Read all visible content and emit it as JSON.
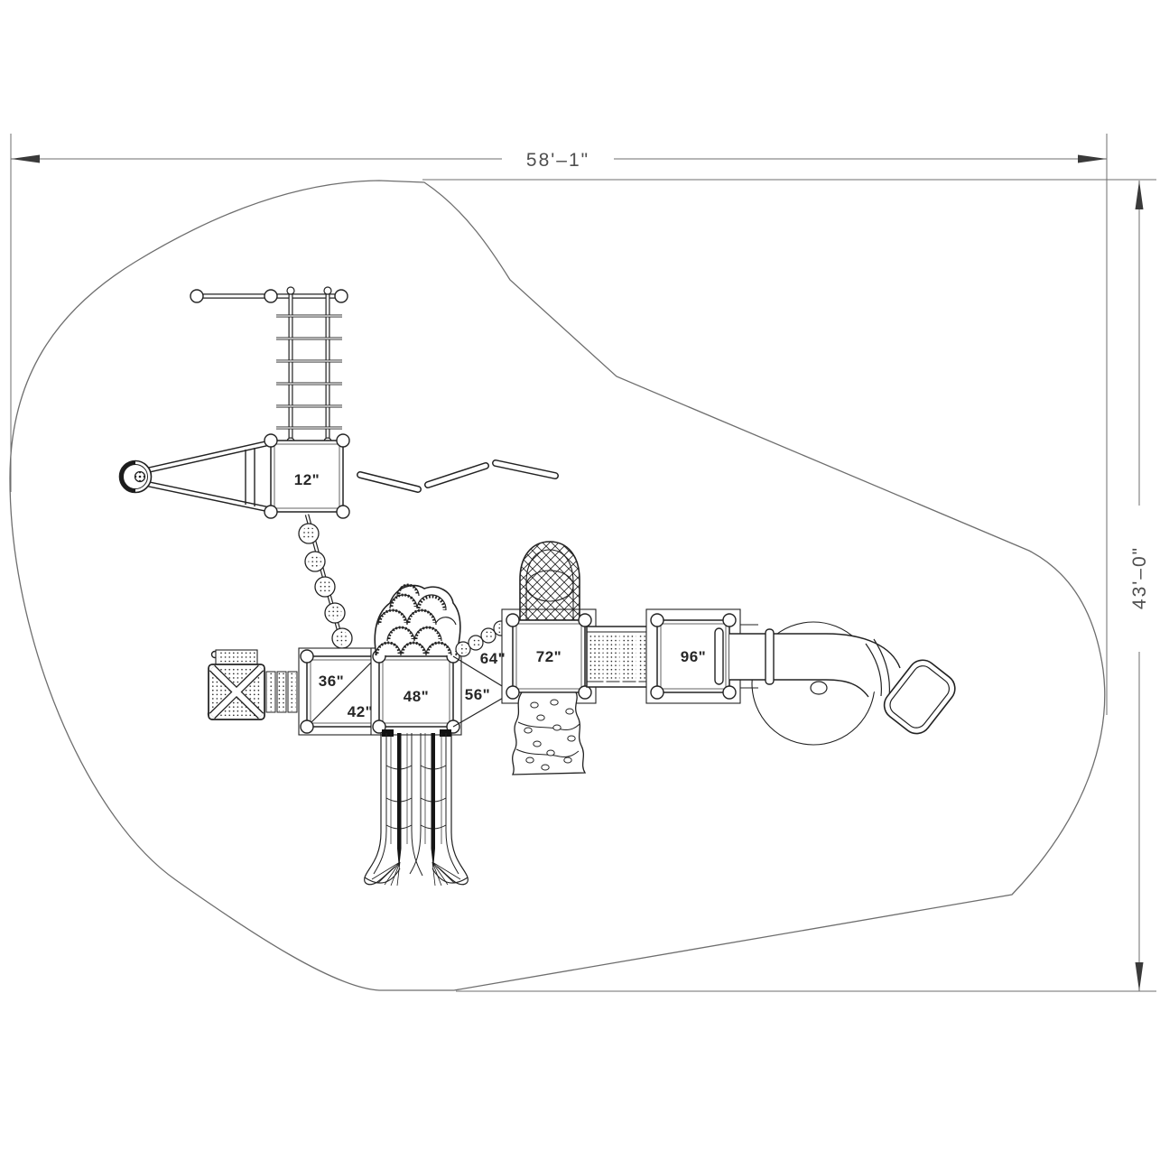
{
  "drawing": {
    "title": "playground-structure-plan-view",
    "dimensions": {
      "width": "58'–1\"",
      "height": "43'–0\""
    },
    "platforms": {
      "p12": "12\"",
      "p36": "36\"",
      "p42": "42\"",
      "p48": "48\"",
      "p56": "56\"",
      "p64": "64\"",
      "p72": "72\"",
      "p96": "96\""
    },
    "line_color": "#222222",
    "dimension_color": "#6e6e6e",
    "background_color": "#ffffff"
  }
}
